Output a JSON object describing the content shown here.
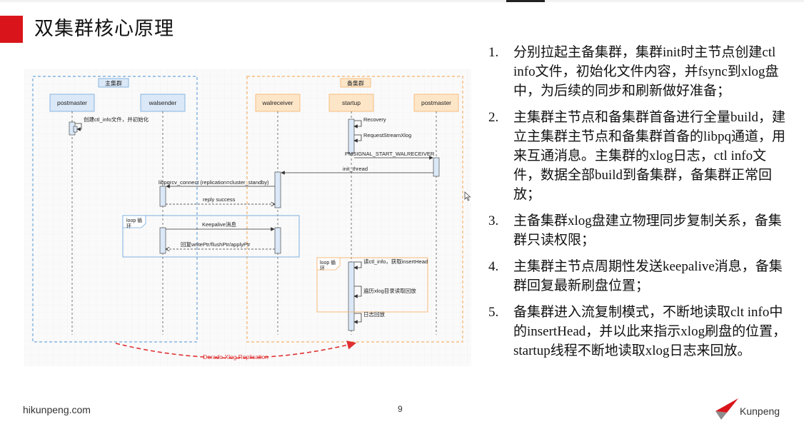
{
  "slide": {
    "title": "双集群核心原理",
    "footer_site": "hikunpeng.com",
    "page_number": "9",
    "brand": "Kunpeng"
  },
  "diagram": {
    "primary_cluster_label": "主集群",
    "standby_cluster_label": "备集群",
    "lifelines": {
      "postmaster_primary": "postmaster",
      "walsender": "walsender",
      "walreceiver": "walreceiver",
      "startup": "startup",
      "postmaster_standby": "postmaster"
    },
    "messages": {
      "create_ctl": "创建ctl_info文件，并初始化",
      "recovery": "Recovery",
      "request_xlog": "RequestStreamXlog",
      "pmsignal": "PMSIGNAL_START_WALRECEIVER",
      "init_thread": "init_thread",
      "libpqrcv": "libpqrcv_connect (replication=cluster_standby)",
      "reply_success": "reply success",
      "keepalive": "Keepalive消息",
      "reply_ptr": "回复writePtr/flushPtr/applyPtr",
      "read_ctl": "读ctl_info，获取insertHead",
      "traverse_xlog": "遍历xlog目录读取回放",
      "log_replay": "日志回放"
    },
    "loop_label_1": "loop 循",
    "loop_label_2": "环",
    "replication_label": "Dorado Xlog Replication",
    "colors": {
      "primary_border": "#6fa8dc",
      "standby_border": "#f6b26b",
      "replication": "#e03030"
    }
  },
  "steps": [
    {
      "num": "1.",
      "text": "分别拉起主备集群，集群init时主节点创建ctl info文件，初始化文件内容，并fsync到xlog盘中，为后续的同步和刷新做好准备；"
    },
    {
      "num": "2.",
      "text": "主集群主节点和备集群首备进行全量build，建立主集群主节点和备集群首备的libpq通道，用来互通消息。主集群的xlog日志，ctl info文件，数据全部build到备集群，备集群正常回放；"
    },
    {
      "num": "3.",
      "text": "主备集群xlog盘建立物理同步复制关系，备集群只读权限；"
    },
    {
      "num": "4.",
      "text": "主集群主节点周期性发送keepalive消息，备集群回复最新刷盘位置；"
    },
    {
      "num": "5.",
      "text": "备集群进入流复制模式，不断地读取clt info中的insertHead，并以此来指示xlog刷盘的位置，startup线程不断地读取xlog日志来回放。"
    }
  ]
}
